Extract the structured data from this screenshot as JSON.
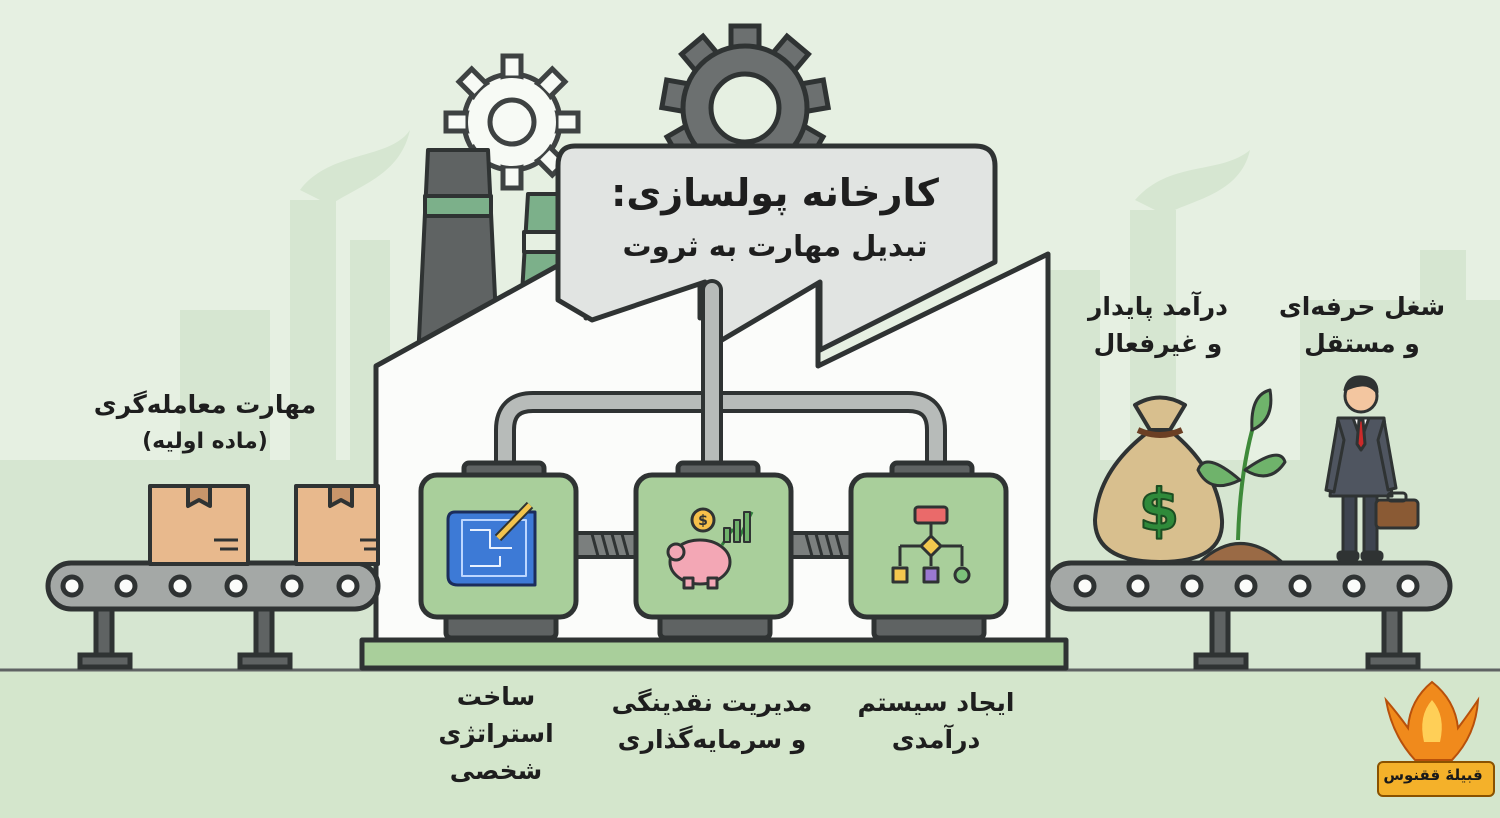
{
  "header": {
    "title": "کارخانه پولسازی:",
    "subtitle": "تبدیل مهارت به ثروت"
  },
  "input": {
    "line1": "مهارت معامله‌گری",
    "line2": "(ماده اولیه)"
  },
  "outputs": [
    {
      "line1": "درآمد پایدار",
      "line2": "و غیرفعال"
    },
    {
      "line1": "شغل حرفه‌ای",
      "line2": "و مستقل"
    }
  ],
  "stages": [
    {
      "lines": [
        "ساخت",
        "استراتژی",
        "شخصی"
      ],
      "icon": "blueprint-icon"
    },
    {
      "lines": [
        "مدیریت نقدینگی",
        "و سرمایه‌گذاری"
      ],
      "icon": "piggy-bank-icon"
    },
    {
      "lines": [
        "ایجاد سیستم",
        "درآمدی"
      ],
      "icon": "flowchart-icon"
    }
  ],
  "logo": {
    "text": "قبیلهٔ ققنوس"
  },
  "colors": {
    "background": "#e6f0e2",
    "module_green": "#a9cf9b",
    "chimney_green": "#7cb08a",
    "dark_gray": "#5f6363",
    "box": "#e8b98d"
  }
}
